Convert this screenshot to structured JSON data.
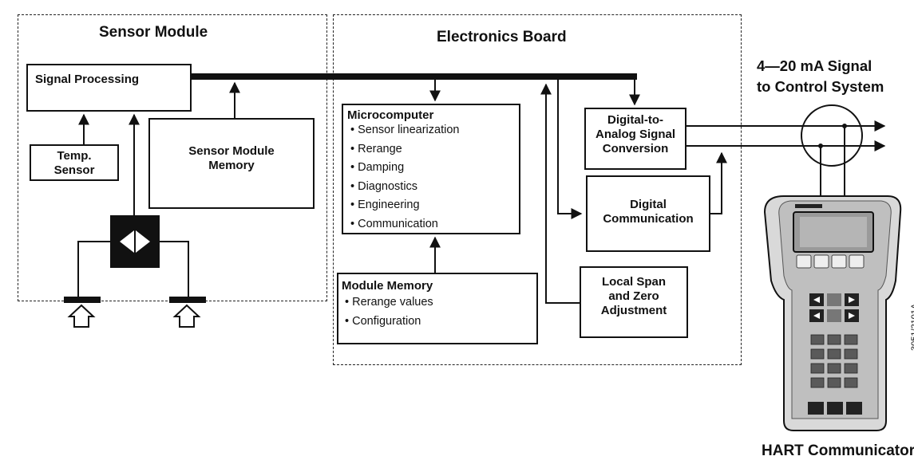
{
  "sensor_module": {
    "title": "Sensor Module",
    "signal_processing": "Signal Processing",
    "temp_sensor_line1": "Temp.",
    "temp_sensor_line2": "Sensor",
    "memory_line1": "Sensor Module",
    "memory_line2": "Memory"
  },
  "electronics_board": {
    "title": "Electronics Board",
    "microcomputer": {
      "title": "Microcomputer",
      "items": [
        "Sensor linearization",
        "Rerange",
        "Damping",
        "Diagnostics",
        "Engineering",
        "Communication"
      ]
    },
    "module_memory": {
      "title": "Module Memory",
      "items": [
        "Rerange values",
        "Configuration"
      ]
    },
    "dac_line1": "Digital-to-",
    "dac_line2": "Analog Signal",
    "dac_line3": "Conversion",
    "digital_comm_line1": "Digital",
    "digital_comm_line2": "Communication",
    "local_span_line1": "Local Span",
    "local_span_line2": "and Zero",
    "local_span_line3": "Adjustment"
  },
  "output": {
    "signal_line1": "4—20 mA Signal",
    "signal_line2": "to Control System"
  },
  "communicator": {
    "label": "HART Communicator",
    "figure_id": "3051/2101A"
  }
}
